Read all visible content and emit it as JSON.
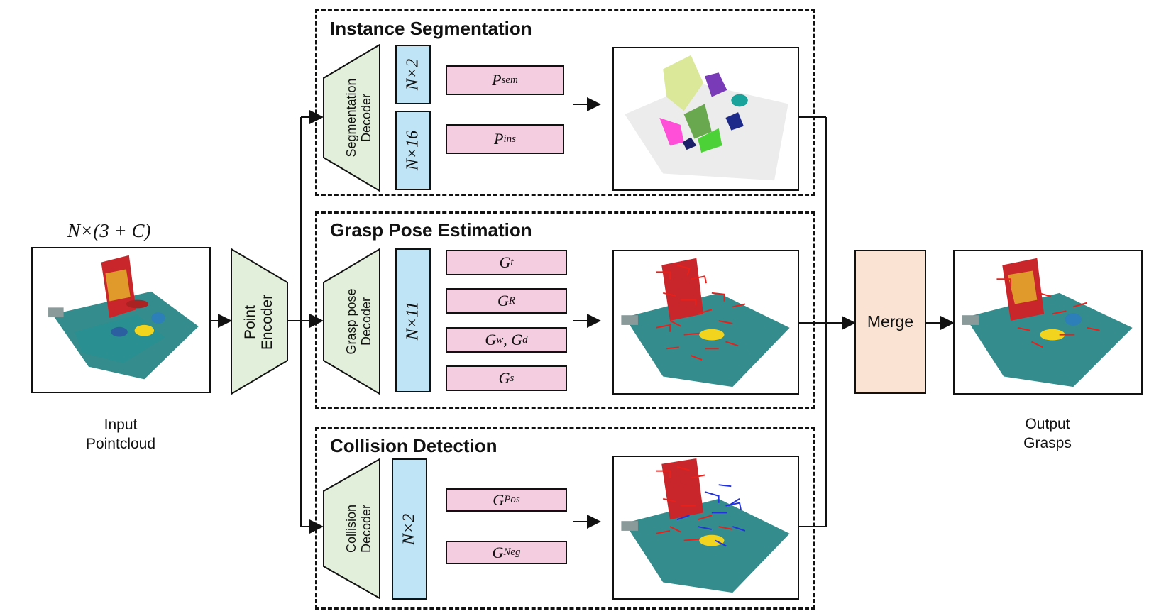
{
  "input": {
    "dim_label": "N×(3 + C)",
    "caption_line1": "Input",
    "caption_line2": "Pointcloud"
  },
  "encoder": {
    "line1": "Point",
    "line2": "Encoder"
  },
  "panels": {
    "segmentation": {
      "title": "Instance Segmentation",
      "decoder_line1": "Segmentation",
      "decoder_line2": "Decoder",
      "tensors": [
        "N×2",
        "N×16"
      ],
      "outputs": [
        {
          "base": "P",
          "sub": "sem"
        },
        {
          "base": "P",
          "sub": "ins"
        }
      ]
    },
    "grasp": {
      "title": "Grasp Pose Estimation",
      "decoder_line1": "Grasp pose",
      "decoder_line2": "Decoder",
      "tensors": [
        "N×11"
      ],
      "outputs": [
        {
          "base": "G",
          "sub": "t"
        },
        {
          "base": "G",
          "sub": "R"
        },
        {
          "base": "G",
          "sub": "w",
          "base2": ", G",
          "sub2": "d"
        },
        {
          "base": "G",
          "sub": "s"
        }
      ]
    },
    "collision": {
      "title": "Collision Detection",
      "decoder_line1": "Collision",
      "decoder_line2": "Decoder",
      "tensors": [
        "N×2"
      ],
      "outputs": [
        {
          "base": "G",
          "sub": "Pos"
        },
        {
          "base": "G",
          "sub": "Neg"
        }
      ]
    }
  },
  "merge": {
    "label": "Merge"
  },
  "output": {
    "caption_line1": "Output",
    "caption_line2": "Grasps"
  },
  "colors": {
    "decoder_fill": "#e2efda",
    "tensor_fill": "#bfe4f5",
    "output_fill": "#f4cde0",
    "merge_fill": "#fbe3d3",
    "grasp_red": "#e8201c",
    "grasp_blue": "#2233dd",
    "scene_teal": "#1f7f80"
  }
}
